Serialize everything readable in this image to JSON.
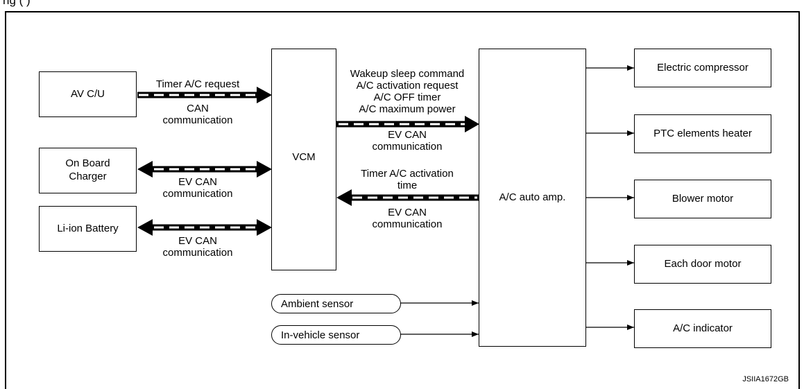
{
  "caption": "ng (                              )",
  "blocks": {
    "av_cu": "AV C/U",
    "on_board_charger": [
      "On Board",
      "Charger"
    ],
    "li_ion_battery": "Li-ion Battery",
    "vcm": "VCM",
    "ac_auto_amp": "A/C auto amp.",
    "electric_compressor": "Electric compressor",
    "ptc_heater": "PTC elements heater",
    "blower_motor": "Blower motor",
    "door_motor": "Each door motor",
    "ac_indicator": "A/C indicator"
  },
  "sensors": {
    "ambient": "Ambient sensor",
    "in_vehicle": "In-vehicle sensor"
  },
  "links": {
    "av_to_vcm": {
      "top": "Timer A/C request",
      "bottom": [
        "CAN",
        "communication"
      ]
    },
    "obc_vcm": {
      "bottom": [
        "EV CAN",
        "communication"
      ]
    },
    "battery_vcm": {
      "bottom": [
        "EV CAN",
        "communication"
      ]
    },
    "vcm_to_amp": {
      "top": [
        "Wakeup sleep command",
        "A/C  activation request",
        "A/C OFF timer",
        "A/C maximum power"
      ],
      "bottom": [
        "EV CAN",
        "communication"
      ]
    },
    "amp_to_vcm": {
      "top": [
        "Timer A/C activation",
        "time"
      ],
      "bottom": [
        "EV CAN",
        "communication"
      ]
    }
  },
  "figure_code": "JSIIA1672GB"
}
